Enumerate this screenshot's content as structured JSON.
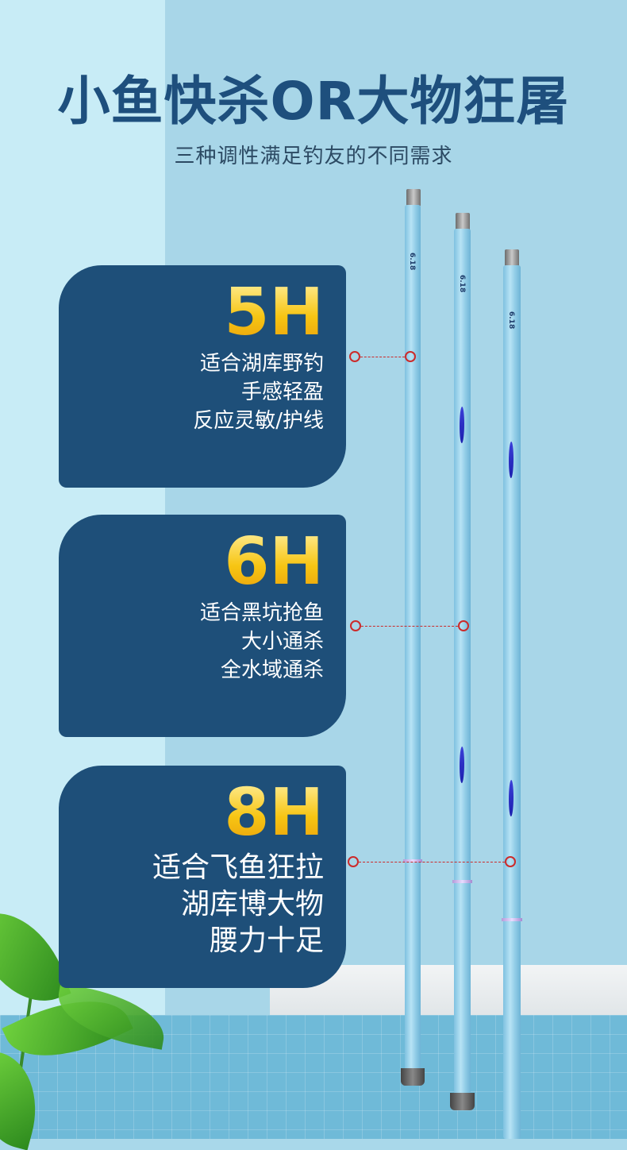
{
  "title": "小鱼快杀OR大物狂屠",
  "subtitle": "三种调性满足钓友的不同需求",
  "cards": [
    {
      "grade": "5H",
      "lines": [
        "适合湖库野钓",
        "手感轻盈",
        "反应灵敏/护线"
      ]
    },
    {
      "grade": "6H",
      "lines": [
        "适合黑坑抢鱼",
        "大小通杀",
        "全水域通杀"
      ]
    },
    {
      "grade": "8H",
      "lines": [
        "适合飞鱼狂拉",
        "湖库博大物",
        "腰力十足"
      ]
    }
  ],
  "rod_label": "6.18",
  "colors": {
    "card_bg": "#1e4f79",
    "title": "#1e4f7d",
    "grade_gold": "#f7c513",
    "marker_red": "#cc2a2a",
    "rod_blue": "#9fd4ec"
  }
}
